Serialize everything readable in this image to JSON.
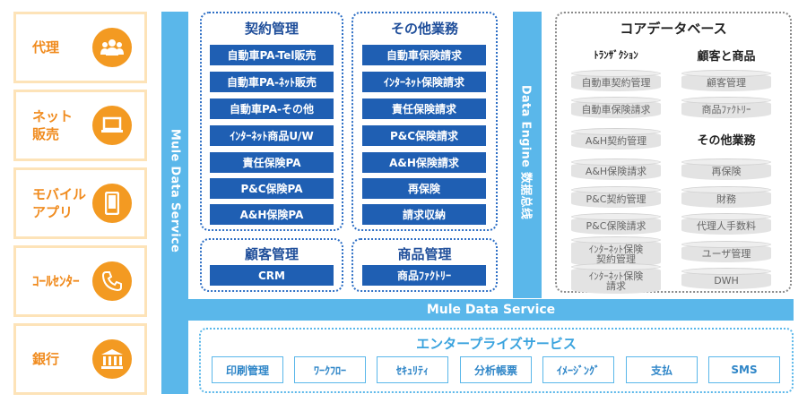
{
  "channels": [
    {
      "label": "代理",
      "icon": "people-icon"
    },
    {
      "label": "ネット\n販売",
      "icon": "laptop-icon"
    },
    {
      "label": "モバイル\nアプリ",
      "icon": "smartphone-icon"
    },
    {
      "label": "ｺｰﾙｾﾝﾀｰ",
      "icon": "phone-icon"
    },
    {
      "label": "銀行",
      "icon": "bank-icon"
    }
  ],
  "bars": {
    "mule_vertical": "Mule Data Service",
    "data_engine": "Data Engine 数据总线",
    "mule_horizontal": "Mule Data Service"
  },
  "contract": {
    "title": "契約管理",
    "items": [
      "自動車PA-Tel販売",
      "自動車PA-ﾈｯﾄ販売",
      "自動車PA-その他",
      "ｲﾝﾀｰﾈｯﾄ商品U/W",
      "責任保険PA",
      "P&C保険PA",
      "A&H保険PA"
    ]
  },
  "other_business": {
    "title": "その他業務",
    "items": [
      "自動車保険請求",
      "ｲﾝﾀｰﾈｯﾄ保険請求",
      "責任保険請求",
      "P&C保険請求",
      "A&H保険請求",
      "再保険",
      "請求収納"
    ]
  },
  "customer_mgmt": {
    "title": "顧客管理",
    "items": [
      "CRM"
    ]
  },
  "product_mgmt": {
    "title": "商品管理",
    "items": [
      "商品ﾌｧｸﾄﾘｰ"
    ]
  },
  "core_db": {
    "title": "コアデータベース",
    "transaction": {
      "title": "ﾄﾗﾝｻﾞｸｼｮﾝ",
      "items": [
        "自動車契約管理",
        "自動車保険請求",
        "A&H契約管理",
        "A&H保険請求",
        "P&C契約管理",
        "P&C保険請求",
        "ｲﾝﾀｰﾈｯﾄ保険\n契約管理",
        "ｲﾝﾀｰﾈｯﾄ保険\n請求"
      ]
    },
    "customer_product": {
      "title": "顧客と商品",
      "items": [
        "顧客管理",
        "商品ﾌｧｸﾄﾘｰ"
      ]
    },
    "other": {
      "title": "その他業務",
      "items": [
        "再保険",
        "財務",
        "代理人手数料",
        "ユーザ管理",
        "DWH"
      ]
    }
  },
  "enterprise": {
    "title": "エンタープライズサービス",
    "items": [
      "印刷管理",
      "ﾜｰｸﾌﾛｰ",
      "ｾｷｭﾘﾃｨ",
      "分析帳票",
      "ｲﾒｰｼﾞﾝｸﾞ",
      "支払",
      "SMS"
    ]
  },
  "colors": {
    "channel_orange": "#f39a22",
    "bar_blue": "#5ab7ea",
    "item_navy": "#1f5fb3"
  }
}
